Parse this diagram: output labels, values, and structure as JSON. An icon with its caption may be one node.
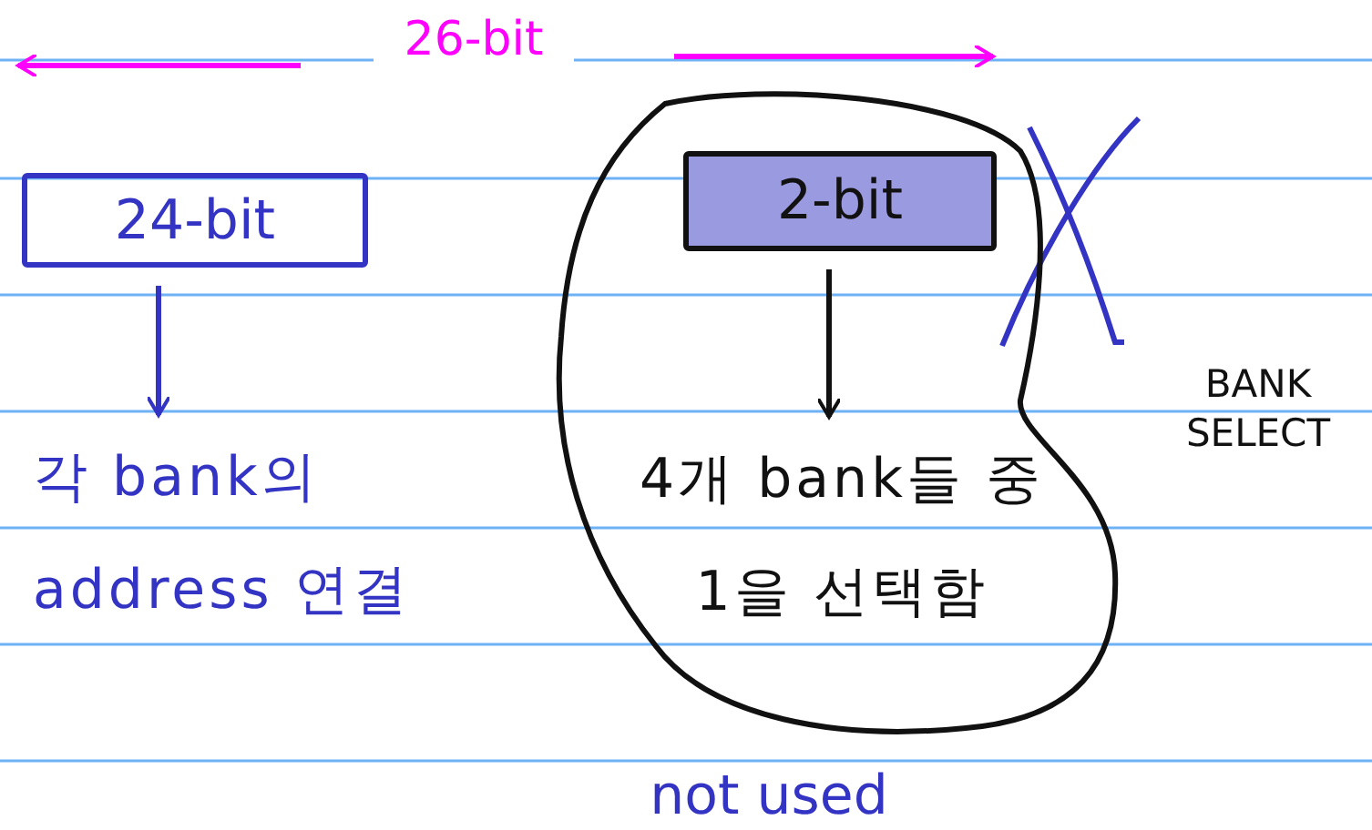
{
  "diagram": {
    "nodes": [
      {
        "text": [
          "24-bit"
        ]
      },
      {
        "text": [
          "각 bank의 address 연결"
        ]
      },
      {
        "text": [],
        "shape": "cloud"
      },
      {
        "text": [
          "2-bit"
        ],
        "in": 2
      },
      {
        "text": [
          "4개 bank들 중 1을 선택함"
        ],
        "in": 2
      }
    ],
    "edges": [
      {
        "from": 0,
        "to": 1,
        "arrow": "to",
        "color": "#3434c4"
      },
      {
        "from": 3,
        "to": 4,
        "arrow": "to",
        "color": "#111111"
      }
    ],
    "labels": [
      "26-bit",
      "BANK SELECT",
      "not used"
    ]
  }
}
